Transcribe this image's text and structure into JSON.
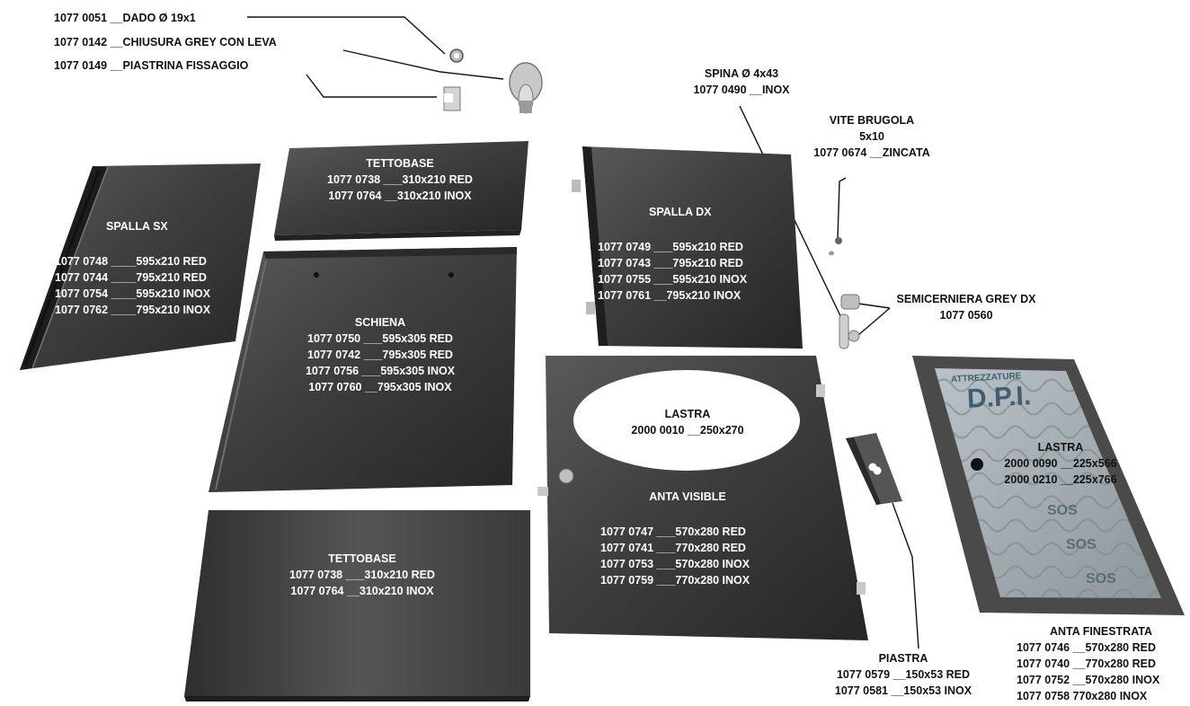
{
  "top_parts": [
    {
      "code": "1077 0051",
      "desc": "__DADO Ø 19x1"
    },
    {
      "code": "1077 0142",
      "desc": "__CHIUSURA GREY CON LEVA"
    },
    {
      "code": "1077 0149",
      "desc": "__PIASTRINA FISSAGGIO"
    }
  ],
  "spina": {
    "title": "SPINA Ø 4x43",
    "line": "1077 0490 __INOX"
  },
  "vite": {
    "title": "VITE BRUGOLA",
    "size": "5x10",
    "line": "1077 0674 __ZINCATA"
  },
  "semicerniera": {
    "title": "SEMICERNIERA GREY DX",
    "code": "1077 0560"
  },
  "tettobase_top": {
    "title": "TETTOBASE",
    "lines": [
      "1077 0738 ___310x210 RED",
      "1077 0764 __310x210 INOX"
    ]
  },
  "tettobase_bottom": {
    "title": "TETTOBASE",
    "lines": [
      "1077 0738 ___310x210 RED",
      "1077 0764 __310x210 INOX"
    ]
  },
  "spalla_sx": {
    "title": "SPALLA SX",
    "lines": [
      "1077 0748 ____595x210 RED",
      "1077 0744 ____795x210 RED",
      "1077 0754 ____595x210 INOX",
      "1077 0762 ____795x210 INOX"
    ]
  },
  "spalla_dx": {
    "title": "SPALLA DX",
    "lines": [
      "1077 0749 ___595x210 RED",
      "1077 0743 ___795x210 RED",
      "1077 0755 ___595x210 INOX",
      "1077 0761 __795x210 INOX"
    ]
  },
  "schiena": {
    "title": "SCHIENA",
    "lines": [
      "1077 0750 ___595x305 RED",
      "1077 0742 ___795x305 RED",
      "1077 0756 ___595x305 INOX",
      "1077 0760 __795x305 INOX"
    ]
  },
  "lastra_visible": {
    "title": "LASTRA",
    "line": "2000 0010 __250x270"
  },
  "anta_visible": {
    "title": "ANTA VISIBLE",
    "lines": [
      "1077 0747 ___570x280 RED",
      "1077 0741 ___770x280 RED",
      "1077 0753 ___570x280 INOX",
      "1077 0759 ___770x280 INOX"
    ]
  },
  "lastra_finestrata": {
    "title": "LASTRA",
    "lines": [
      "2000 0090 __225x566",
      "2000 0210 __225x766"
    ]
  },
  "glass_print": {
    "line1": "ATTREZZATURE",
    "line2": "D.P.I.",
    "sos": "SOS"
  },
  "piastra": {
    "title": "PIASTRA",
    "lines": [
      "1077 0579 __150x53 RED",
      "1077 0581 __150x53 INOX"
    ]
  },
  "anta_finestrata": {
    "title": "ANTA FINESTRATA",
    "lines": [
      "1077 0746 __570x280 RED",
      "1077 0740 __770x280 RED",
      "1077 0752 __570x280 INOX",
      "1077 0758 770x280 INOX"
    ]
  }
}
